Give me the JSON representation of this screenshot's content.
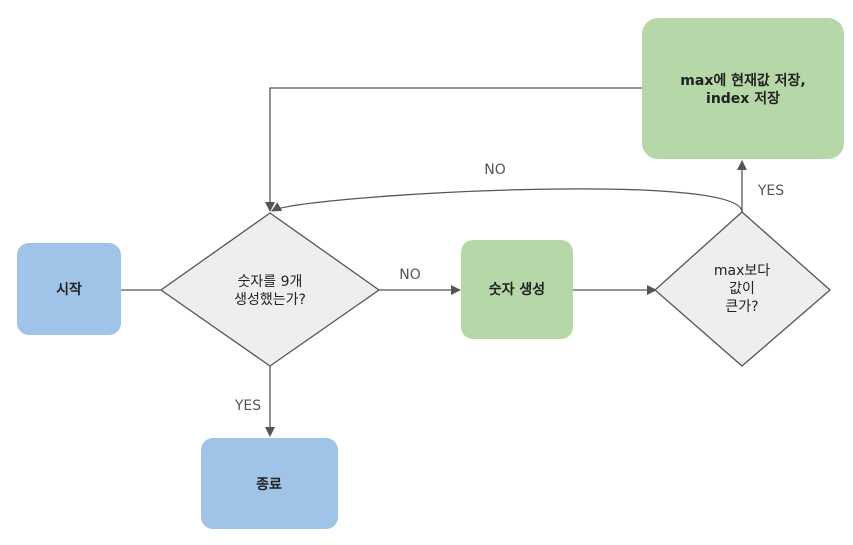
{
  "colors": {
    "blue_node": "#a0c4e8",
    "green_node": "#b6d7a8",
    "decision_fill": "#eeeeee",
    "decision_stroke": "#555555",
    "edge": "#555555"
  },
  "nodes": {
    "start": {
      "label": "시작"
    },
    "end": {
      "label": "종료"
    },
    "generate": {
      "label": "숫자 생성"
    },
    "save": {
      "line1": "max에 현재값 저장,",
      "line2": "index 저장"
    },
    "check_count": {
      "line1": "숫자를 9개",
      "line2": "생성했는가?"
    },
    "compare": {
      "line1": "max보다",
      "line2": "값이",
      "line3": "큰가?"
    }
  },
  "edges": {
    "count_no": "NO",
    "count_yes": "YES",
    "compare_yes": "YES",
    "compare_no": "NO"
  }
}
